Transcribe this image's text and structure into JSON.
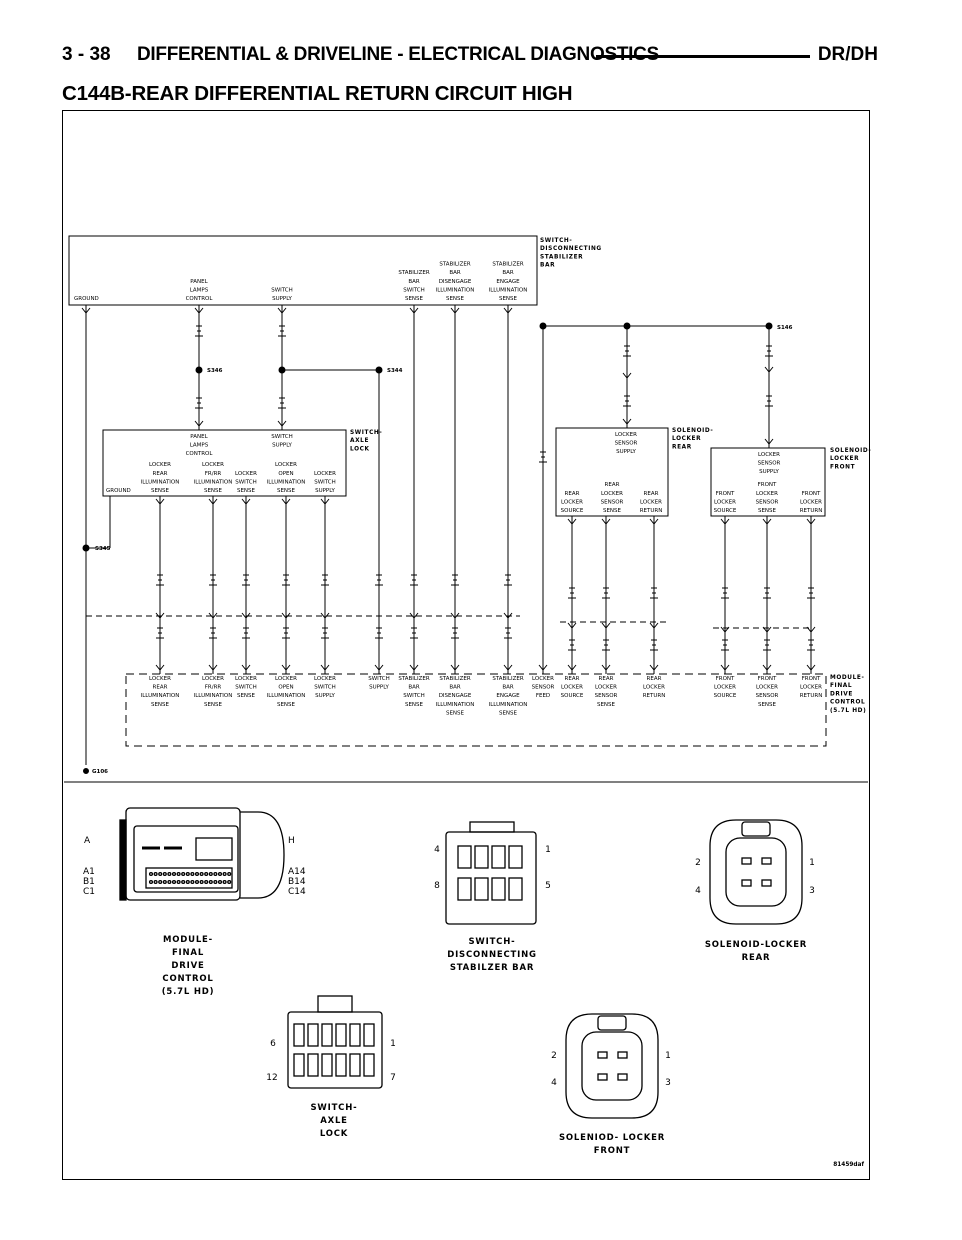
{
  "header": {
    "page_number": "3 - 38",
    "section": "DIFFERENTIAL & DRIVELINE - ELECTRICAL DIAGNOSTICS",
    "model": "DR/DH"
  },
  "title": "C144B-REAR DIFFERENTIAL RETURN CIRCUIT HIGH",
  "components": {
    "switch_disconnecting": [
      "SWITCH-",
      "DISCONNECTING",
      "STABILIZER",
      "BAR"
    ],
    "switch_axle_lock": [
      "SWITCH-",
      "AXLE",
      "LOCK"
    ],
    "solenoid_rear": [
      "SOLENOID-",
      "LOCKER",
      "REAR"
    ],
    "solenoid_front": [
      "SOLENOID-",
      "LOCKER",
      "FRONT"
    ],
    "module": [
      "MODULE-",
      "FINAL",
      "DRIVE",
      "CONTROL",
      "(5.7L HD)"
    ]
  },
  "switch_disconnect_pins": [
    {
      "lines": [
        "GROUND"
      ]
    },
    {
      "lines": [
        "PANEL",
        "LAMPS",
        "CONTROL"
      ]
    },
    {
      "lines": [
        "SWITCH",
        "SUPPLY"
      ]
    },
    {
      "lines": [
        "STABILIZER",
        "BAR",
        "SWITCH",
        "SENSE"
      ]
    },
    {
      "lines": [
        "STABILIZER",
        "BAR",
        "DISENGAGE",
        "ILLUMINATION",
        "SENSE"
      ]
    },
    {
      "lines": [
        "STABILIZER",
        "BAR",
        "ENGAGE",
        "ILLUMINATION",
        "SENSE"
      ]
    }
  ],
  "axle_lock_top": [
    {
      "lines": [
        "PANEL",
        "LAMPS",
        "CONTROL"
      ]
    },
    {
      "lines": [
        "SWITCH",
        "SUPPLY"
      ]
    }
  ],
  "axle_lock_pins": [
    {
      "lines": [
        "GROUND"
      ]
    },
    {
      "lines": [
        "LOCKER",
        "REAR",
        "ILLUMINATION",
        "SENSE"
      ]
    },
    {
      "lines": [
        "LOCKER",
        "FR/RR",
        "ILLUMINATION",
        "SENSE"
      ]
    },
    {
      "lines": [
        "LOCKER",
        "SWITCH",
        "SENSE"
      ]
    },
    {
      "lines": [
        "LOCKER",
        "OPEN",
        "ILLUMINATION",
        "SENSE"
      ]
    },
    {
      "lines": [
        "LOCKER",
        "SWITCH",
        "SUPPLY"
      ]
    }
  ],
  "solenoid_rear_pins": [
    {
      "lines": [
        "LOCKER",
        "SENSOR",
        "SUPPLY"
      ]
    },
    {
      "lines": [
        "REAR",
        "LOCKER",
        "SOURCE"
      ]
    },
    {
      "lines": [
        "REAR",
        "LOCKER",
        "SENSOR",
        "SENSE"
      ]
    },
    {
      "lines": [
        "REAR",
        "LOCKER",
        "RETURN"
      ]
    }
  ],
  "solenoid_front_pins": [
    {
      "lines": [
        "LOCKER",
        "SENSOR",
        "SUPPLY"
      ]
    },
    {
      "lines": [
        "FRONT",
        "LOCKER",
        "SOURCE"
      ]
    },
    {
      "lines": [
        "FRONT",
        "LOCKER",
        "SENSOR",
        "SENSE"
      ]
    },
    {
      "lines": [
        "FRONT",
        "LOCKER",
        "RETURN"
      ]
    }
  ],
  "module_pins": [
    {
      "lines": [
        "LOCKER",
        "REAR",
        "ILLUMINATION",
        "SENSE"
      ]
    },
    {
      "lines": [
        "LOCKER",
        "FR/RR",
        "ILLUMINATION",
        "SENSE"
      ]
    },
    {
      "lines": [
        "LOCKER",
        "SWITCH",
        "SENSE"
      ]
    },
    {
      "lines": [
        "LOCKER",
        "OPEN",
        "ILLUMINATION",
        "SENSE"
      ]
    },
    {
      "lines": [
        "LOCKER",
        "SWITCH",
        "SUPPLY"
      ]
    },
    {
      "lines": [
        "SWITCH",
        "SUPPLY"
      ]
    },
    {
      "lines": [
        "STABILIZER",
        "BAR",
        "SWITCH",
        "SENSE"
      ]
    },
    {
      "lines": [
        "STABILIZER",
        "BAR",
        "DISENGAGE",
        "ILLUMINATION",
        "SENSE"
      ]
    },
    {
      "lines": [
        "STABILIZER",
        "BAR",
        "ENGAGE",
        "ILLUMINATION",
        "SENSE"
      ]
    },
    {
      "lines": [
        "LOCKER",
        "SENSOR",
        "FEED"
      ]
    },
    {
      "lines": [
        "REAR",
        "LOCKER",
        "SOURCE"
      ]
    },
    {
      "lines": [
        "REAR",
        "LOCKER",
        "SENSOR",
        "SENSE"
      ]
    },
    {
      "lines": [
        "REAR",
        "LOCKER",
        "RETURN"
      ]
    },
    {
      "lines": [
        "FRONT",
        "LOCKER",
        "SOURCE"
      ]
    },
    {
      "lines": [
        "FRONT",
        "LOCKER",
        "SENSOR",
        "SENSE"
      ]
    },
    {
      "lines": [
        "FRONT",
        "LOCKER",
        "RETURN"
      ]
    }
  ],
  "splices": [
    "S346",
    "S344",
    "S345",
    "S146"
  ],
  "ground_label": "G106",
  "connector_views": {
    "module": {
      "label": [
        "MODULE-",
        "FINAL",
        "DRIVE",
        "CONTROL",
        "(5.7L HD)"
      ],
      "pins": [
        "A",
        "H",
        "A1",
        "B1",
        "C1",
        "A14",
        "B14",
        "C14"
      ]
    },
    "switch_disconnect": {
      "label": [
        "SWITCH-",
        "DISCONNECTING",
        "STABILZER BAR"
      ],
      "pins": [
        "4",
        "1",
        "8",
        "5"
      ]
    },
    "solenoid_rear": {
      "label": [
        "SOLENOID-LOCKER",
        "REAR"
      ],
      "pins": [
        "2",
        "1",
        "4",
        "3"
      ]
    },
    "switch_axle": {
      "label": [
        "SWITCH-",
        "AXLE",
        "LOCK"
      ],
      "pins": [
        "6",
        "1",
        "12",
        "7"
      ]
    },
    "solenoid_front": {
      "label": [
        "SOLENIOD- LOCKER",
        "FRONT"
      ],
      "pins": [
        "2",
        "1",
        "4",
        "3"
      ]
    }
  },
  "figure_id": "81459daf"
}
